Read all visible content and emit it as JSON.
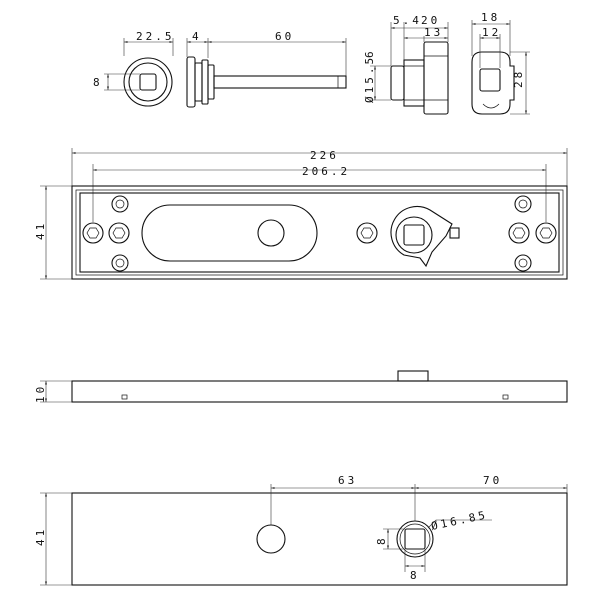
{
  "drawing": {
    "top_views": {
      "dims_left": {
        "width": "22.5",
        "thickness": "4",
        "spindle_length": "60",
        "square": "8"
      },
      "dims_cam": {
        "outer": "20",
        "flange": "5.4",
        "body": "13",
        "height": "6",
        "diameter": "Ø15.5"
      },
      "dims_end": {
        "width": "18",
        "inner": "12",
        "height": "28"
      }
    },
    "front_view": {
      "overall_length": "226",
      "hole_spacing": "206.2",
      "height": "41"
    },
    "side_view": {
      "thickness": "10"
    },
    "bottom_view": {
      "offset_left": "63",
      "offset_right": "70",
      "height": "41",
      "square_v": "8",
      "square_h": "8",
      "bore": "Ø16.85"
    }
  }
}
